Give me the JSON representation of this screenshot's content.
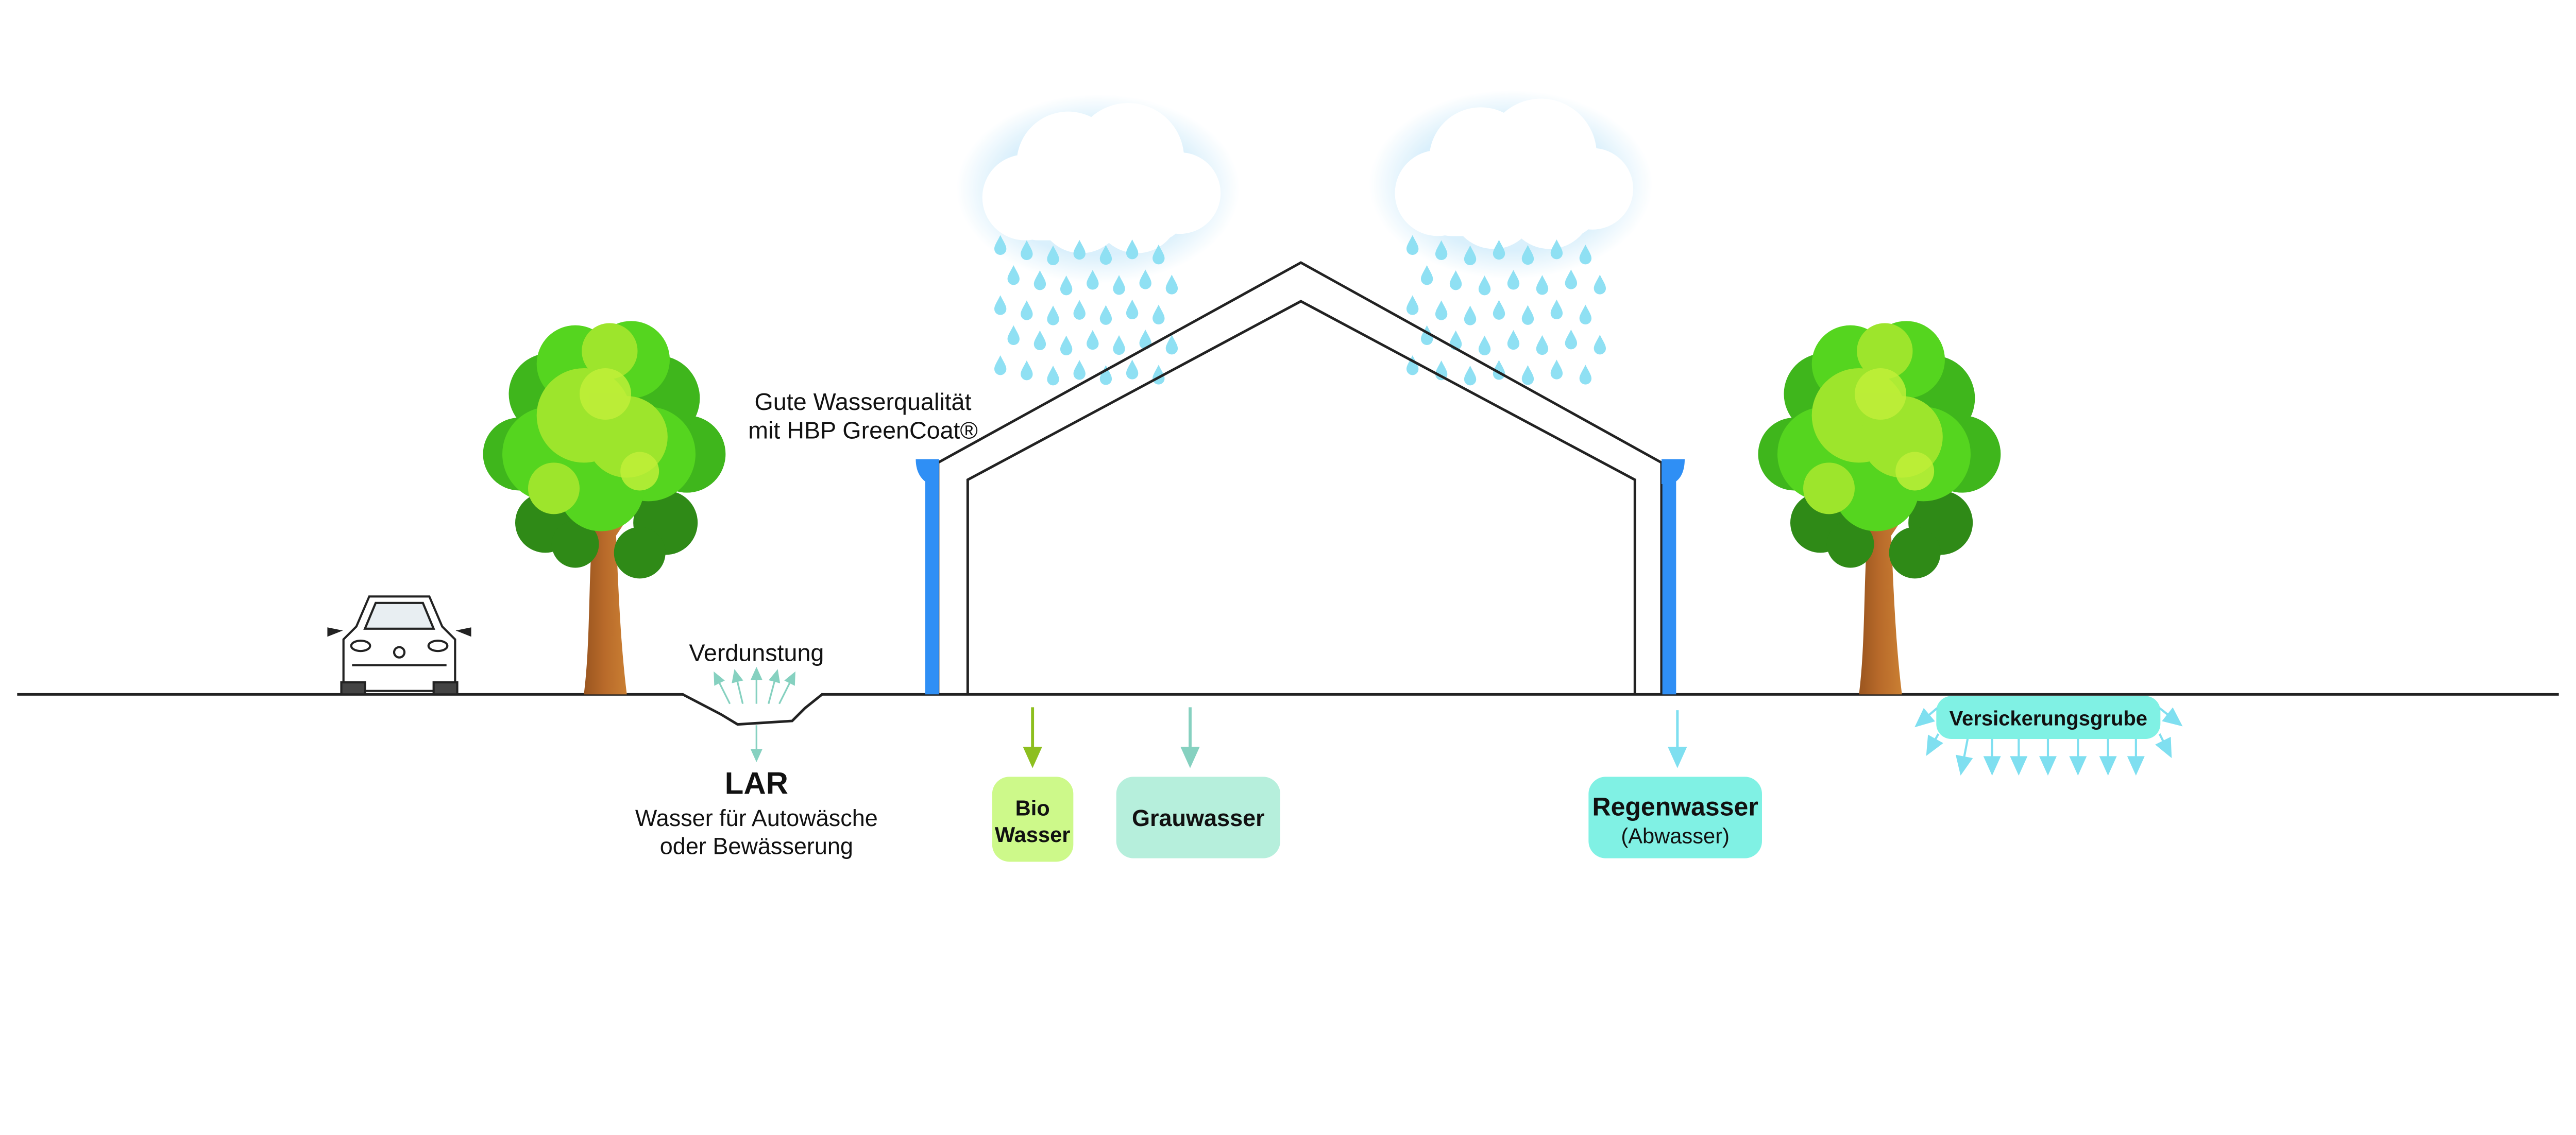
{
  "labels": {
    "quality_line1": "Gute Wasserqualität",
    "quality_line2": "mit HBP GreenCoat®",
    "evaporation": "Verdunstung",
    "lar_title": "LAR",
    "lar_line1": "Wasser für Autowäsche",
    "lar_line2": "oder Bewässerung",
    "bio_line1": "Bio",
    "bio_line2": "Wasser",
    "grey": "Grauwasser",
    "rain_line1": "Regenwasser",
    "rain_line2": "(Abwasser)",
    "soakaway": "Versickerungsgrube"
  },
  "colors": {
    "downspout": "#2f8ff5",
    "bio_box": "#cdf98a",
    "bio_arrow": "#8dbf1f",
    "grey_box": "#b6efdc",
    "grey_arrow": "#86d1c0",
    "rain_box": "#80f1e4",
    "rain_arrow": "#7fdff0",
    "raindrop": "#8fe0f3"
  },
  "icons": [
    "cloud-icon",
    "raindrop-icon",
    "tree-icon",
    "car-icon",
    "house-outline",
    "downspout",
    "arrow-down-icon"
  ]
}
